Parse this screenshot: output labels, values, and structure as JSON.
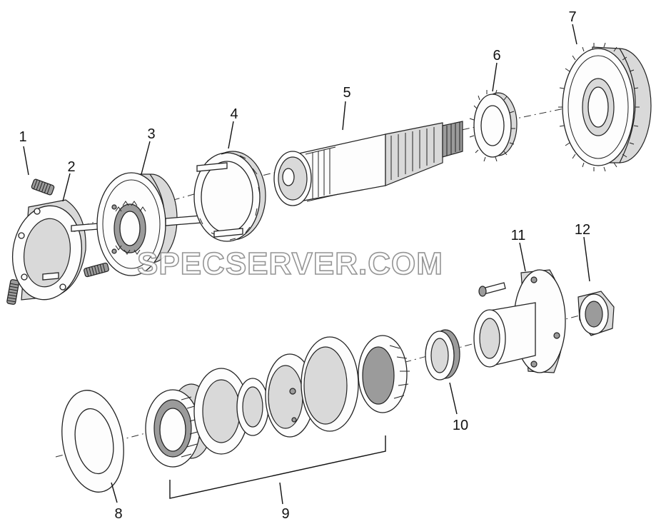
{
  "watermark": "SPECSERVER.COM",
  "callouts": {
    "c1": "1",
    "c2": "2",
    "c3": "3",
    "c4": "4",
    "c5": "5",
    "c6": "6",
    "c7": "7",
    "c8": "8",
    "c9": "9",
    "c10": "10",
    "c11": "11",
    "c12": "12"
  }
}
